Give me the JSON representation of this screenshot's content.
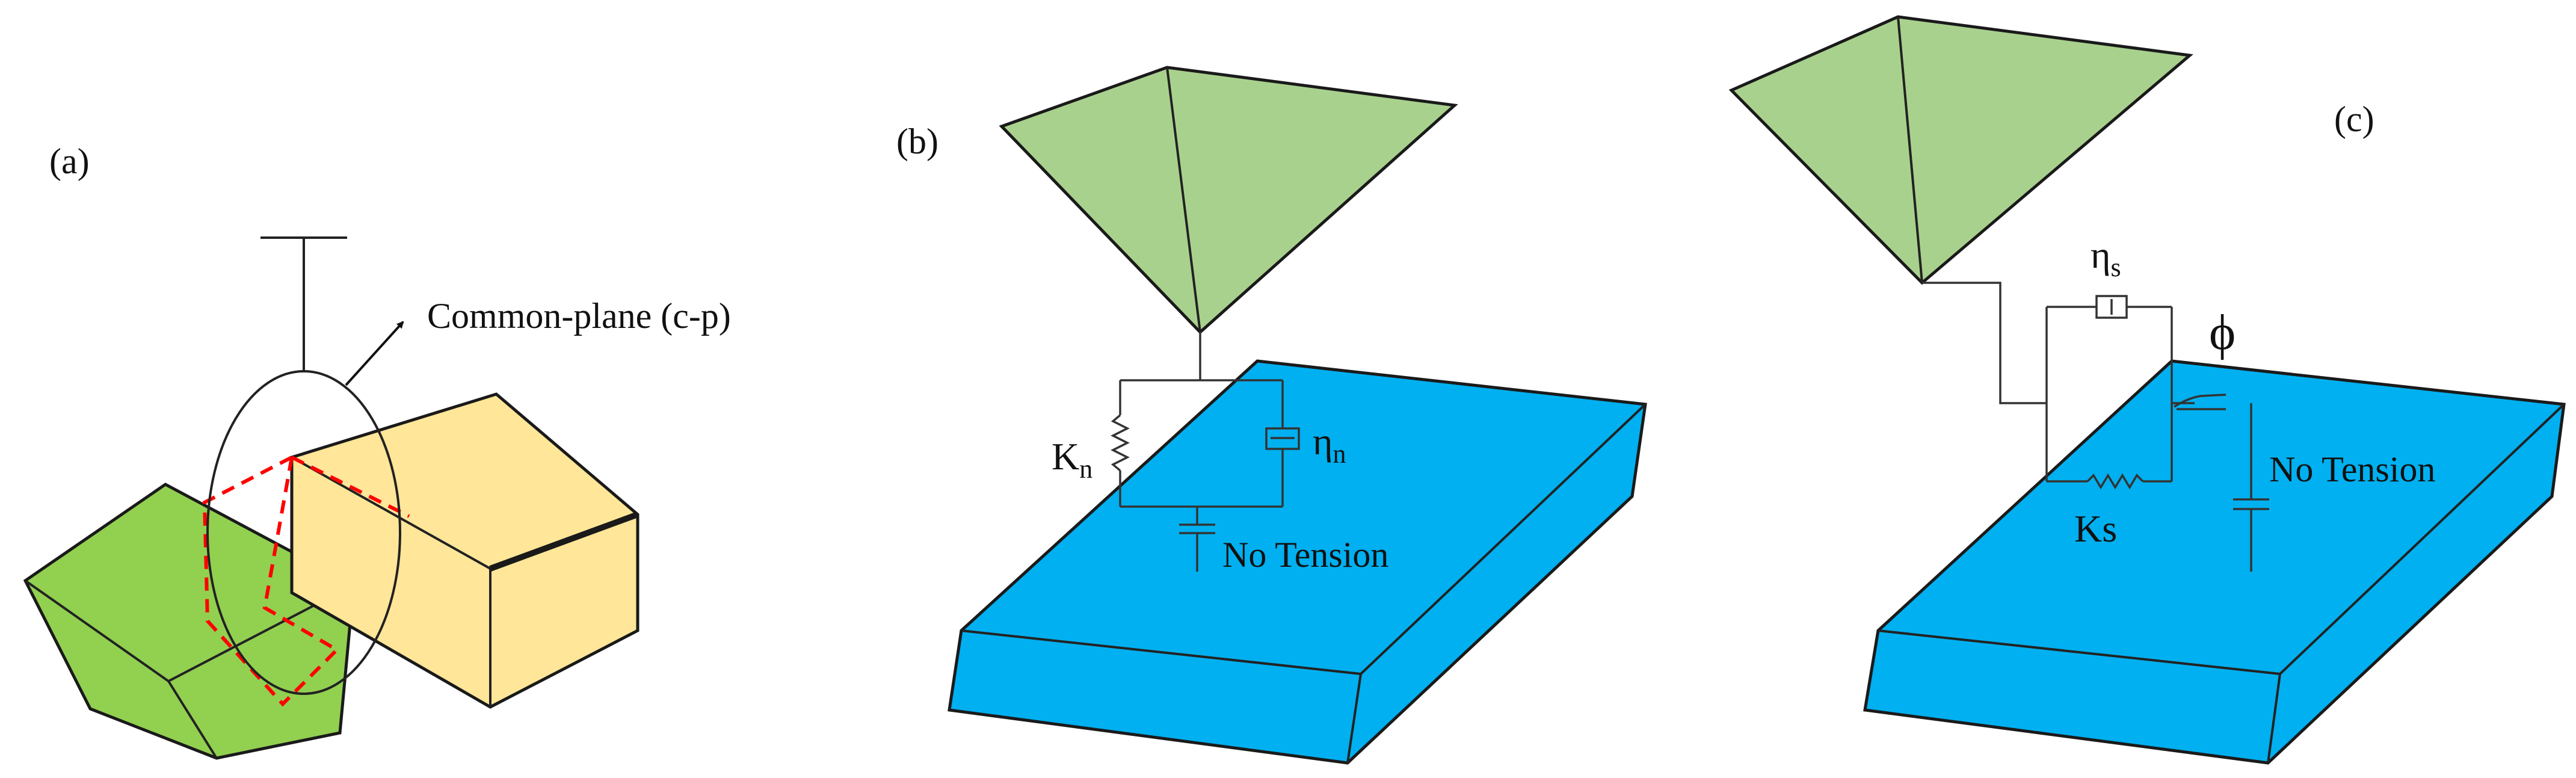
{
  "panels": {
    "a": {
      "label": "(a)",
      "annotation": "Common-plane (c-p)"
    },
    "b": {
      "label": "(b)",
      "normal_stiffness": {
        "symbol": "K",
        "subscript": "n"
      },
      "normal_damping": {
        "symbol": "η",
        "subscript": "n"
      },
      "no_tension": "No Tension"
    },
    "c": {
      "label": "(c)",
      "shear_damping": {
        "symbol": "η",
        "subscript": "s"
      },
      "friction_angle": "ϕ",
      "shear_stiffness": "Ks",
      "no_tension": "No Tension"
    }
  },
  "colors": {
    "green_block": "#92d050",
    "yellow_block": "#ffe699",
    "red_dashed": "#ff0000",
    "triangle_fill": "#a9d18e",
    "slab_fill": "#00b0f0",
    "line": "#222222"
  }
}
